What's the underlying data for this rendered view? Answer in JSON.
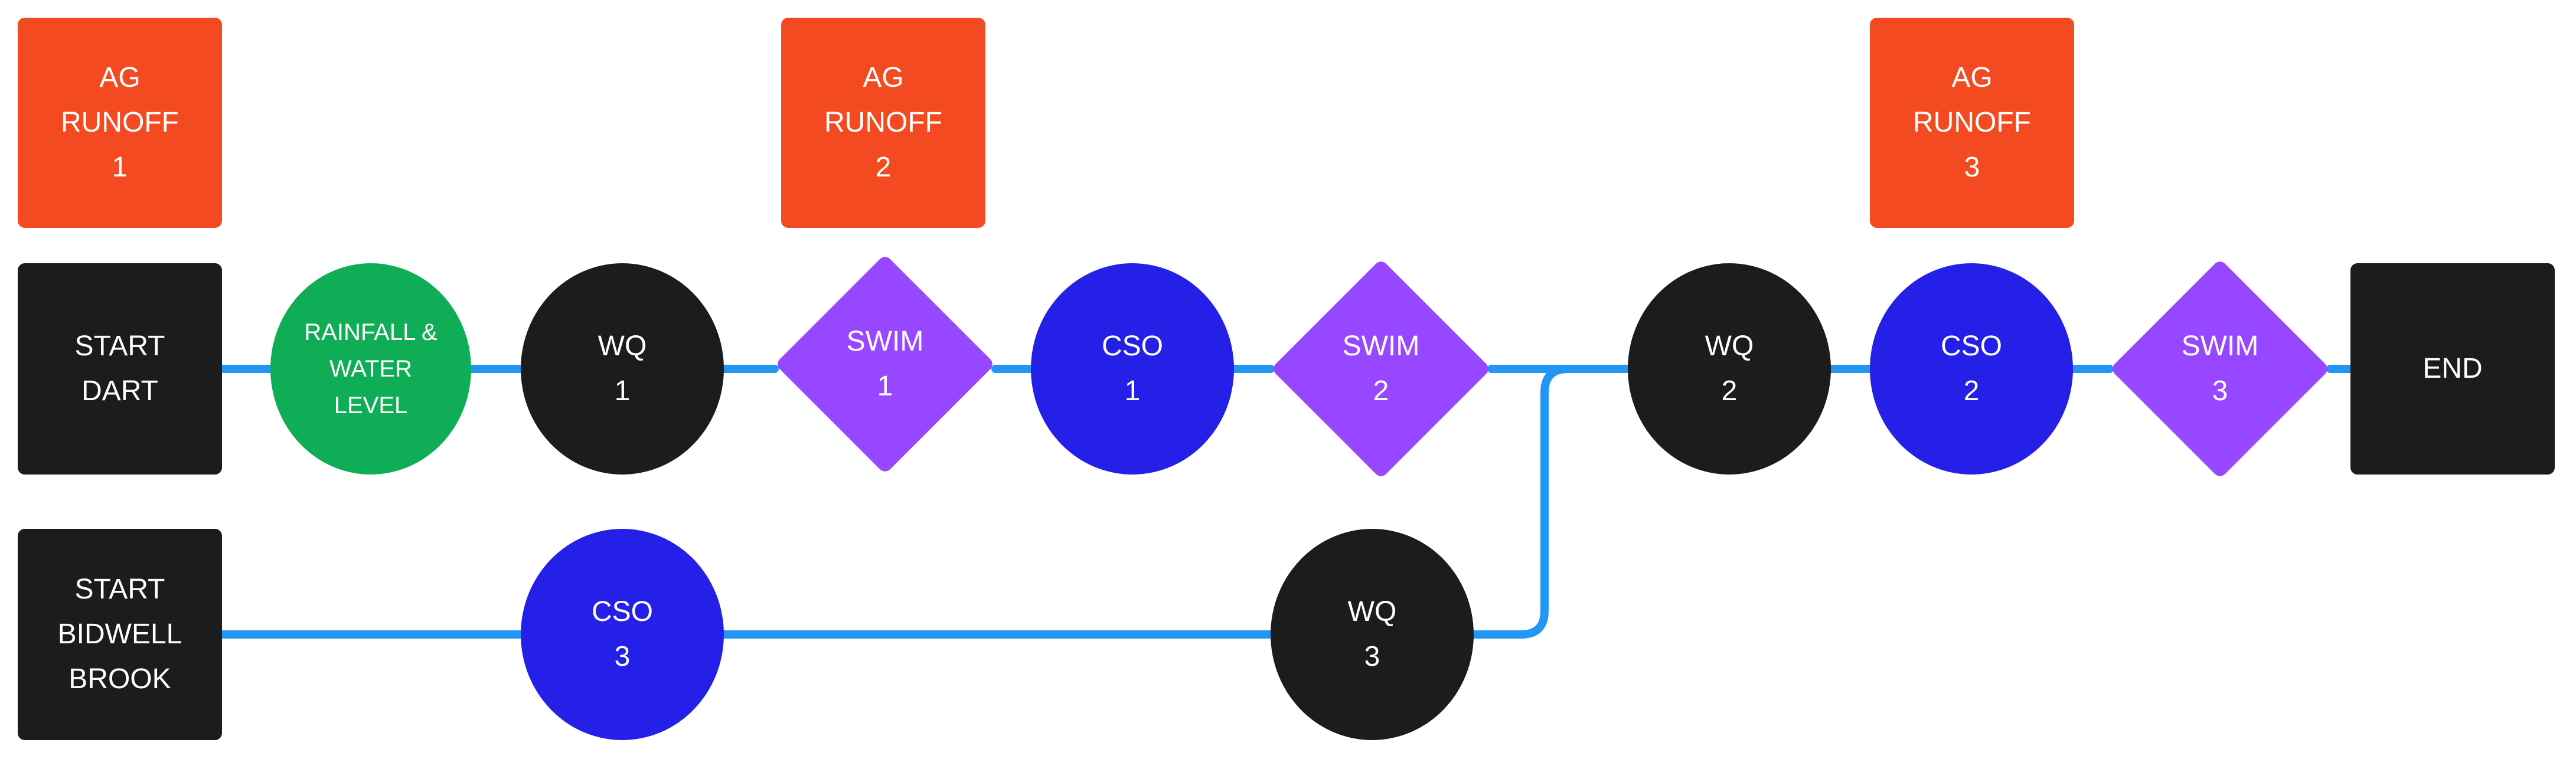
{
  "colors": {
    "connector": "#2196F3",
    "start_end": "#1c1c1c",
    "ag_runoff": "#f44a22",
    "rainfall": "#0fad55",
    "wq": "#1c1c1c",
    "cso": "#2420e8",
    "swim": "#9747ff"
  },
  "nodes": {
    "ag_runoff_1": {
      "label": "AG\nRUNOFF\n1",
      "shape": "rectangle"
    },
    "ag_runoff_2": {
      "label": "AG\nRUNOFF\n2",
      "shape": "rectangle"
    },
    "ag_runoff_3": {
      "label": "AG\nRUNOFF\n3",
      "shape": "rectangle"
    },
    "start_dart": {
      "label": "START\nDART",
      "shape": "rectangle"
    },
    "rainfall": {
      "label": "RAINFALL &\nWATER\nLEVEL",
      "shape": "circle"
    },
    "wq_1": {
      "label": "WQ\n1",
      "shape": "circle"
    },
    "swim_1": {
      "label": "SWIM\n1",
      "shape": "diamond"
    },
    "cso_1": {
      "label": "CSO\n1",
      "shape": "circle"
    },
    "swim_2": {
      "label": "SWIM\n2",
      "shape": "diamond"
    },
    "wq_2": {
      "label": "WQ\n2",
      "shape": "circle"
    },
    "cso_2": {
      "label": "CSO\n2",
      "shape": "circle"
    },
    "swim_3": {
      "label": "SWIM\n3",
      "shape": "diamond"
    },
    "end": {
      "label": "END",
      "shape": "rectangle"
    },
    "start_bidwell": {
      "label": "START\nBIDWELL\nBROOK",
      "shape": "rectangle"
    },
    "cso_3": {
      "label": "CSO\n3",
      "shape": "circle"
    },
    "wq_3": {
      "label": "WQ\n3",
      "shape": "circle"
    }
  },
  "edges": [
    [
      "start_dart",
      "rainfall"
    ],
    [
      "rainfall",
      "wq_1"
    ],
    [
      "wq_1",
      "swim_1"
    ],
    [
      "swim_1",
      "cso_1"
    ],
    [
      "cso_1",
      "swim_2"
    ],
    [
      "swim_2",
      "wq_2"
    ],
    [
      "wq_2",
      "cso_2"
    ],
    [
      "cso_2",
      "swim_3"
    ],
    [
      "swim_3",
      "end"
    ],
    [
      "start_bidwell",
      "cso_3"
    ],
    [
      "cso_3",
      "wq_3"
    ],
    [
      "wq_3",
      "wq_2"
    ]
  ]
}
